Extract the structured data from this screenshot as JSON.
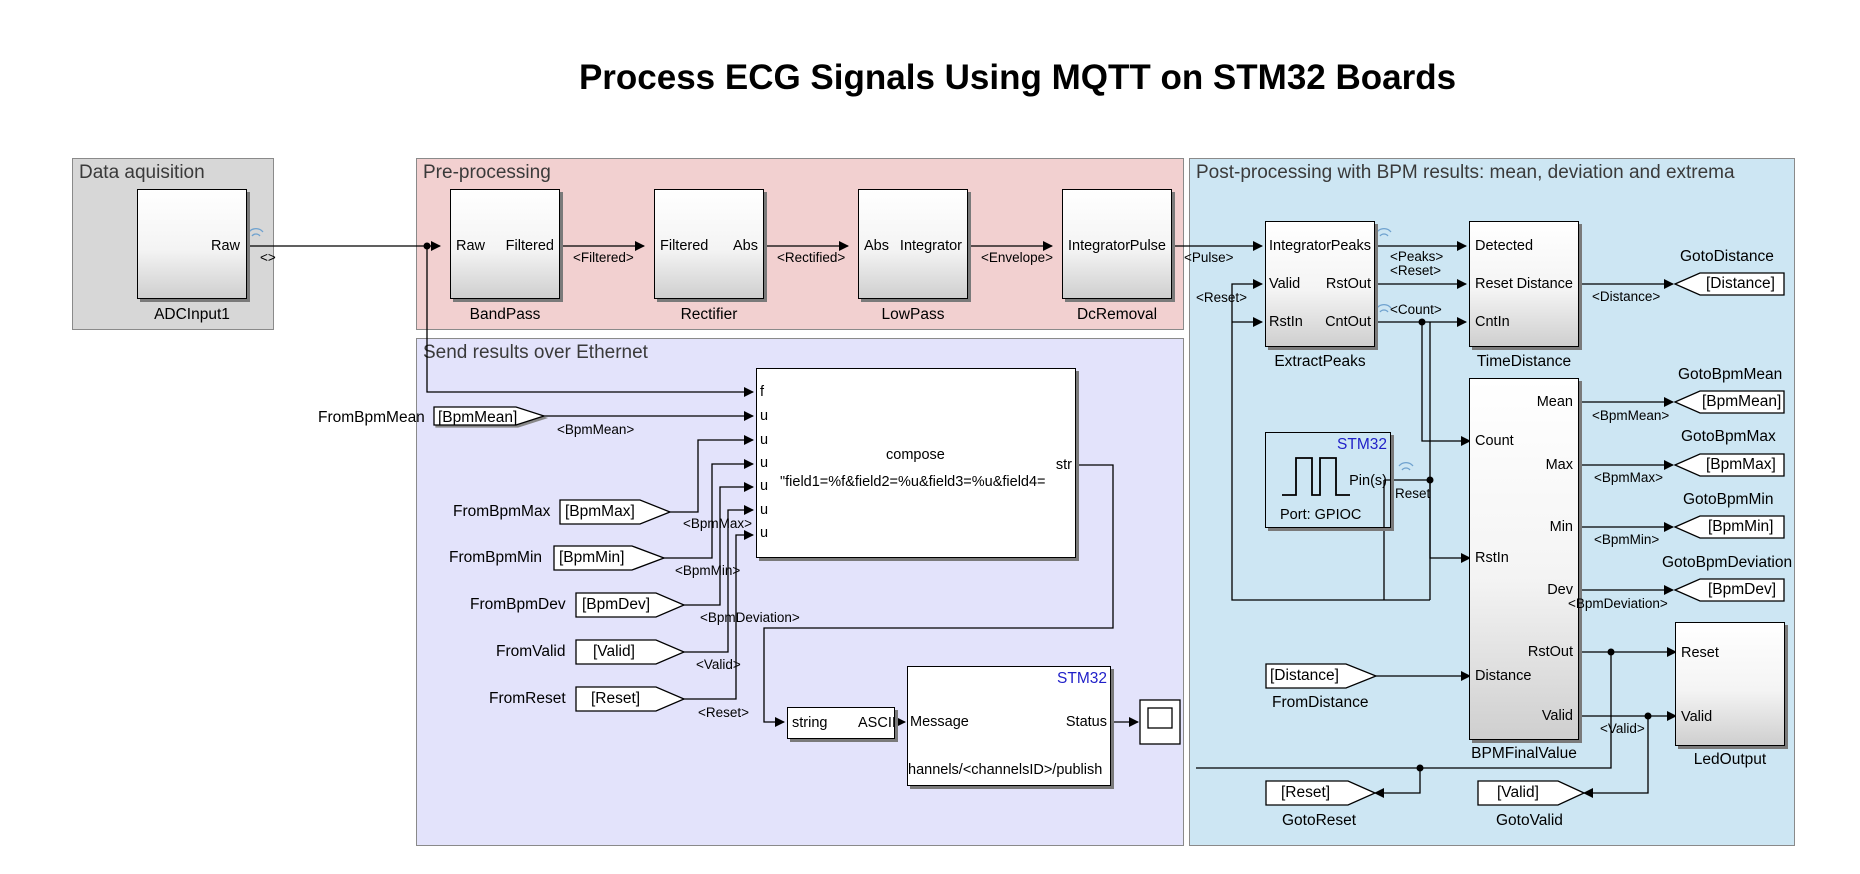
{
  "title": "Process ECG Signals Using MQTT on STM32 Boards",
  "areas": {
    "acq": "Data aquisition",
    "pre": "Pre-processing",
    "send": "Send results over Ethernet",
    "post": "Post-processing with BPM results: mean, deviation and extrema"
  },
  "blocks": {
    "adc": {
      "name": "ADCInput1",
      "out": "Raw"
    },
    "bandpass": {
      "name": "BandPass",
      "in": "Raw",
      "out": "Filtered"
    },
    "rectifier": {
      "name": "Rectifier",
      "in": "Filtered",
      "out": "Abs"
    },
    "lowpass": {
      "name": "LowPass",
      "in": "Abs",
      "out": "Integrator"
    },
    "dcremoval": {
      "name": "DcRemoval",
      "in": "Integrator",
      "out": "Pulse"
    },
    "extract": {
      "name": "ExtractPeaks",
      "in1": "Integrator",
      "in2": "Valid",
      "in3": "RstIn",
      "out1": "Peaks",
      "out2": "RstOut",
      "out3": "CntOut"
    },
    "time": {
      "name": "TimeDistance",
      "in1": "Detected",
      "in2": "Reset",
      "in3": "CntIn",
      "out": "Distance"
    },
    "bpm": {
      "name": "BPMFinalValue",
      "in1": "Count",
      "in2": "RstIn",
      "in3": "Distance",
      "out1": "Mean",
      "out2": "Max",
      "out3": "Min",
      "out4": "Dev",
      "out5": "RstOut",
      "out6": "Valid"
    },
    "led": {
      "name": "LedOutput",
      "in1": "Reset",
      "in2": "Valid"
    },
    "gpio": {
      "tag": "STM32",
      "port": "Port: GPIOC",
      "out": "Pin(s)"
    },
    "compose": {
      "ports": [
        "f",
        "u",
        "u",
        "u",
        "u",
        "u",
        "u"
      ],
      "name": "compose",
      "format": "\"field1=%f&field2=%u&field3=%u&field4=",
      "out": "str"
    },
    "conv": {
      "from": "string",
      "to": "ASCII"
    },
    "mqtt": {
      "tag": "STM32",
      "in": "Message",
      "out": "Status",
      "topic": "hannels/<channelsID>/publish"
    }
  },
  "from_tags": [
    {
      "name": "FromBpmMean",
      "tag": "[BpmMean]"
    },
    {
      "name": "FromBpmMax",
      "tag": "[BpmMax]"
    },
    {
      "name": "FromBpmMin",
      "tag": "[BpmMin]"
    },
    {
      "name": "FromBpmDev",
      "tag": "[BpmDev]"
    },
    {
      "name": "FromValid",
      "tag": "[Valid]"
    },
    {
      "name": "FromReset",
      "tag": "[Reset]"
    },
    {
      "name": "FromDistance",
      "tag": "[Distance]"
    }
  ],
  "goto_tags": [
    {
      "name": "GotoDistance",
      "tag": "[Distance]"
    },
    {
      "name": "GotoBpmMean",
      "tag": "[BpmMean]"
    },
    {
      "name": "GotoBpmMax",
      "tag": "[BpmMax]"
    },
    {
      "name": "GotoBpmMin",
      "tag": "[BpmMin]"
    },
    {
      "name": "GotoBpmDeviation",
      "tag": "[BpmDev]"
    },
    {
      "name": "GotoReset",
      "tag": "[Reset]"
    },
    {
      "name": "GotoValid",
      "tag": "[Valid]"
    }
  ],
  "signals": {
    "raw_out": "<>",
    "filtered": "<Filtered>",
    "rectified": "<Rectified>",
    "envelope": "<Envelope>",
    "pulse": "<Pulse>",
    "reset_loop": "<Reset>",
    "peaks": "<Peaks>",
    "reset2": "<Reset>",
    "count": "<Count>",
    "distance": "<Distance>",
    "gpio_reset": "Reset",
    "mean": "<BpmMean>",
    "max": "<BpmMax>",
    "min": "<BpmMin>",
    "dev": "<BpmDeviation>",
    "valid": "<Valid>",
    "s_mean": "<BpmMean>",
    "s_max": "<BpmMax>",
    "s_min": "<BpmMin>",
    "s_dev": "<BpmDeviation>",
    "s_valid": "<Valid>",
    "s_reset": "<Reset>"
  }
}
